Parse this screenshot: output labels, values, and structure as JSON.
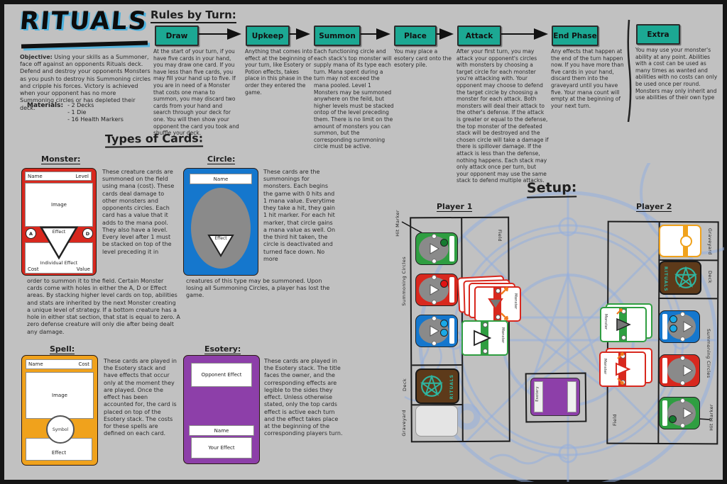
{
  "header": {
    "title": "RITUALS",
    "objective_label": "Objective:",
    "objective_text": "Using your skills as a Summoner, face off against an opponents Rituals deck. Defend and destroy your opponents Monsters as you push to destroy his Summoning circles and cripple his forces. Victory is achieved when your opponent has no more Summoning circles or has depleted their deck.",
    "materials_label": "Materials:",
    "materials": [
      "- 2 Decks",
      "- 1 Die",
      "- 16 Health Markers"
    ]
  },
  "rules_by_turn": {
    "heading": "Rules by Turn:",
    "phases": [
      {
        "label": "Draw",
        "text": "At the start of your turn, if you have five cards in your hand, you may draw one card. If you have less than five cards, you may fill your hand up to five. If you are in need of a Monster that costs one mana to summon, you may discard two cards from your hand and search through your deck for one. You will then show your opponent the card you took and shuffle your deck."
      },
      {
        "label": "Upkeep",
        "text": "Anything that comes into effect at the beginning of your turn, like Esotery or Potion effects, takes place in this phase in the order they entered the game."
      },
      {
        "label": "Summon",
        "text": "Each functioning circle and each stack's top monster will supply mana of its type each turn. Mana spent during a turn may not exceed the mana pooled. Level 1 Monsters may be summoned anywhere on the feild, but higher levels must be stacked ontop of the level preceding them. There is no limit on the amount of monsters you can summon, but the corresponding summoning circle must be active."
      },
      {
        "label": "Place",
        "text": "You may place a esotery card onto the esotery pile."
      },
      {
        "label": "Attack",
        "text": "After your first turn, you may attack your opponent's circles with monsters by choosing a target circle for each monster you're attacking with. Your opponent may choose to defend the target circle by choosing a monster for each attack. Both monsters will deal their attack to the other's defense. If the attack is greater or equal to the defense, the top monster of the defeated stack will be destroyed and the chosen circle will take a damage if there is spillover damage. If the attack is less than the defense, nothing happens. Each stack may only attack once per turn, but your opponent may use the same stack to defend multiple attacks."
      },
      {
        "label": "End Phase",
        "text": "Any effects that happen at the end of the turn happen now. If you have more than five cards in your hand, discard them into the graveyard until you have five. Your mana count will empty at the beginning of your next turn."
      }
    ],
    "extra": {
      "label": "Extra",
      "text": "You may use your monster's ability at any point. Abilities with a cost can be used as many times as wanted and abilities with no costs can only be used once per round. Monsters may only inherit and use abilities of their own type"
    }
  },
  "types_of_cards": {
    "heading": "Types of Cards:",
    "monster": {
      "label": "Monster:",
      "card": {
        "name_label": "Name",
        "level_label": "Level",
        "image_label": "Image",
        "attack_label": "A",
        "defense_label": "D",
        "effect_label": "Effect",
        "individual_effect_label": "Individual Effect",
        "cost_label": "Cost",
        "value_label": "Value"
      },
      "text_beside": "These creature cards are summoned on the field using mana (cost). These cards deal damage to other monsters and opponents circles. Each card has a value that it adds to the mana pool. They also have a level. Every level after 1 must be stacked on top of the level preceding it in",
      "text_below": "order to summon it to the field. Certain Monster cards come with holes in either the A, D or Effect areas. By stacking higher level cards on top, abilities and stats are inherited by the next Monster creating a unique level of strategy. If a bottom creature has a hole in either stat section, that stat is equal to zero. A zero defense creature will only die after being dealt any damage."
    },
    "circle": {
      "label": "Circle:",
      "card": {
        "name_label": "Name",
        "effect_label": "Effect"
      },
      "text_beside": "These cards are the summonings for monsters. Each begins the game with 0 hits and 1 mana value. Everytime they take a hit, they gain 1 hit marker. For each hit marker, that circle gains a mana value as well. On the third hit taken, the circle is deactivated and turned face down. No more",
      "text_below": "creatures of this type may be summoned. Upon losing all Summoning Circles, a player has lost the game."
    },
    "spell": {
      "label": "Spell:",
      "card": {
        "name_label": "Name",
        "cost_label": "Cost",
        "image_label": "Image",
        "symbol_label": "Symbol",
        "effect_label": "Effect"
      },
      "text_beside": "These cards are played in the Esotery stack and have effects that occur only at the moment they are played. Once the effect has been accounted for, the card is placed on top of the Esotery stack. The costs for these spells are defined on each card."
    },
    "esotery": {
      "label": "Esotery:",
      "card": {
        "opponent_effect_label": "Opponent Effect",
        "name_label": "Name",
        "your_effect_label": "Your Effect"
      },
      "text_beside": "These cards are played in the Esotery stack. The title faces the owner, and the corresponding effects are legible to the sides they effect. Unless otherwise stated, only the top cards effect is active each turn and the effect takes place at the beginning of the corresponding players turn."
    }
  },
  "setup": {
    "heading": "Setup:",
    "player1_label": "Player 1",
    "player2_label": "Player 2",
    "zone_labels": {
      "hit_marker": "Hit Marker",
      "summoning_circles": "Summoning Circles",
      "deck": "Deck",
      "graveyard": "Graveyard",
      "field": "Field"
    },
    "monster_label": "Monster",
    "esotery_label": "Esotery",
    "deck_back_text": "RITUALS"
  },
  "colors": {
    "accent_teal": "#1CA893",
    "monster_red": "#D8281E",
    "circle_blue": "#1577CD",
    "spell_orange": "#F0A21C",
    "esotery_purple": "#8D3FA9",
    "deck_brown": "#5D3A1A",
    "pentagram_teal": "#2FB5A0",
    "watermark_blue": "#94AEDE",
    "background_gray": "#C1C1C1"
  }
}
